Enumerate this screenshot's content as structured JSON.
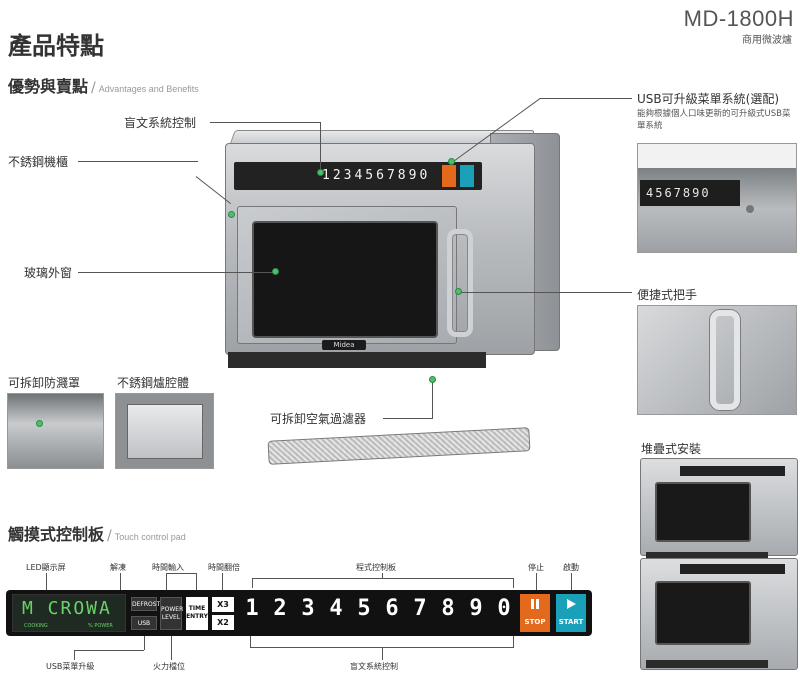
{
  "header": {
    "model": "MD-1800H",
    "model_sub": "商用微波爐",
    "page_title": "產品特點"
  },
  "advantages": {
    "title": "優勢與賣點",
    "subtitle": "Advantages and Benefits"
  },
  "callouts": {
    "braille": "盲文系統控制",
    "stainless_body": "不銹鋼機櫃",
    "glass_window": "玻璃外窗",
    "splash_cover": "可拆卸防濺罩",
    "stainless_cavity": "不銹鋼爐腔體",
    "air_filter": "可拆卸空氣過濾器",
    "usb_title": "USB可升級菜單系統(選配)",
    "usb_desc": "能夠根據個人口味更新的可升級式USB菜單系統",
    "handle": "便捷式把手",
    "stackable": "堆疊式安裝"
  },
  "microwave": {
    "panel_digits": "1234567890",
    "logo": "Midea",
    "usb_photo_digits": "4567890"
  },
  "touch": {
    "title": "觸摸式控制板",
    "subtitle": "Touch control pad",
    "labels": {
      "led": "LED顯示屏",
      "defrost": "解凍",
      "time_entry": "時間輸入",
      "time_double": "時間翻倍",
      "program": "程式控制板",
      "stop": "停止",
      "start": "啟動",
      "usb": "USB菜單升級",
      "power": "火力檔位",
      "braille": "盲文系統控制"
    },
    "display": {
      "text": "M CROWA",
      "left_sub": "COOKING",
      "right_sub": "% POWER"
    },
    "buttons": {
      "defrost": "DEFROST",
      "usb": "USB",
      "power_level": "POWER LEVEL",
      "time_entry": "TIME ENTRY",
      "x3": "X3",
      "x2": "X2",
      "stop": "STOP",
      "start": "START"
    },
    "digits": [
      "1",
      "2",
      "3",
      "4",
      "5",
      "6",
      "7",
      "8",
      "9",
      "0"
    ]
  }
}
